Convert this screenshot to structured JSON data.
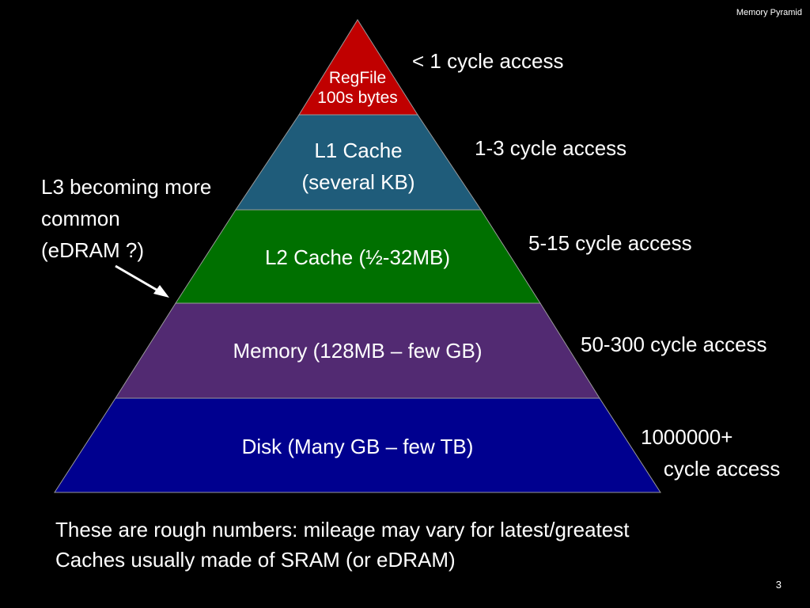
{
  "header": {
    "title": "Memory Pyramid"
  },
  "pyramid": {
    "tiers": [
      {
        "label": "RegFile\n100s bytes",
        "color": "#c00000",
        "access": "< 1 cycle access"
      },
      {
        "label": "L1 Cache\n(several KB)",
        "color": "#1f5c7a",
        "access": "1-3 cycle access"
      },
      {
        "label": "L2 Cache  (½-32MB)",
        "color": "#007000",
        "access": "5-15 cycle access"
      },
      {
        "label": "Memory (128MB – few GB)",
        "color": "#522a72",
        "access": "50-300 cycle access"
      },
      {
        "label": "Disk (Many GB – few TB)",
        "color": "#00008f",
        "access": "1000000+\n    cycle access"
      }
    ]
  },
  "annotation": {
    "line1": "L3 becoming more",
    "line2": "common",
    "line3": "(eDRAM ?)"
  },
  "footer": {
    "line1": "These are rough numbers: mileage may vary for latest/greatest",
    "line2": "Caches usually made of SRAM (or eDRAM)"
  },
  "page_number": "3"
}
